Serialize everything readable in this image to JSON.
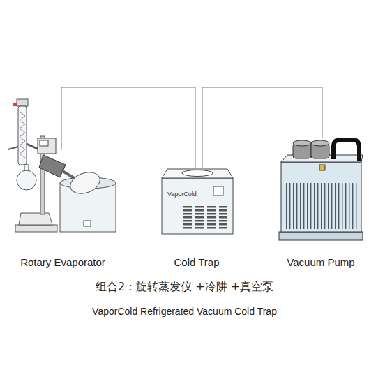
{
  "diagram": {
    "title": "组合2：旋转蒸发仪 +冷阱 +真空泵",
    "caption": "VaporCold Refrigerated Vacuum Cold Trap",
    "nodes": [
      {
        "text": [
          "Rotary Evaporator"
        ]
      },
      {
        "text": [
          "VaporCold",
          "Cold Trap"
        ]
      },
      {
        "text": [
          "Vacuum Pump"
        ]
      }
    ],
    "edges": [
      {
        "from": 0,
        "to": 1,
        "arrow": "none"
      },
      {
        "from": 1,
        "to": 2,
        "arrow": "none"
      }
    ]
  }
}
